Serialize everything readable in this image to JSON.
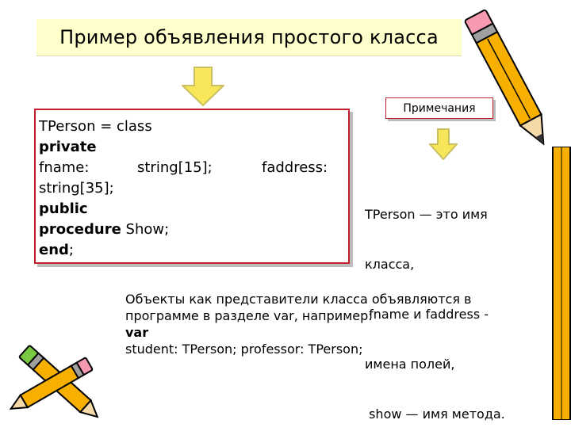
{
  "title": "Пример объявления простого класса",
  "code": {
    "line1": "TPerson = class",
    "line2": "private",
    "line3_a": "fname:",
    "line3_b": "string[15];",
    "line3_c": "faddress:",
    "line4": "string[35];",
    "line5": "public",
    "line6_kw": "procedure",
    "line6_rest": " Show;",
    "line7_kw": "end",
    "line7_rest": ";"
  },
  "notes": {
    "title": "Примечания",
    "lines": [
      "TPerson — это имя",
      "класса,",
      " fname и faddress -",
      "имена полей,",
      " show — имя метода."
    ]
  },
  "bottom": {
    "line1": "Объекты как представители класса объявляются в",
    "line2": "программе в разделе var, например:",
    "line3": "var",
    "line4": "student: TPerson; professor: TPerson;"
  },
  "colors": {
    "title_bg": "#ffffcc",
    "box_border": "#c0202a",
    "arrow_fill": "#f7e65a",
    "arrow_stroke": "#c8c060"
  },
  "icons": [
    "down-arrow-icon",
    "pencil-icon"
  ]
}
